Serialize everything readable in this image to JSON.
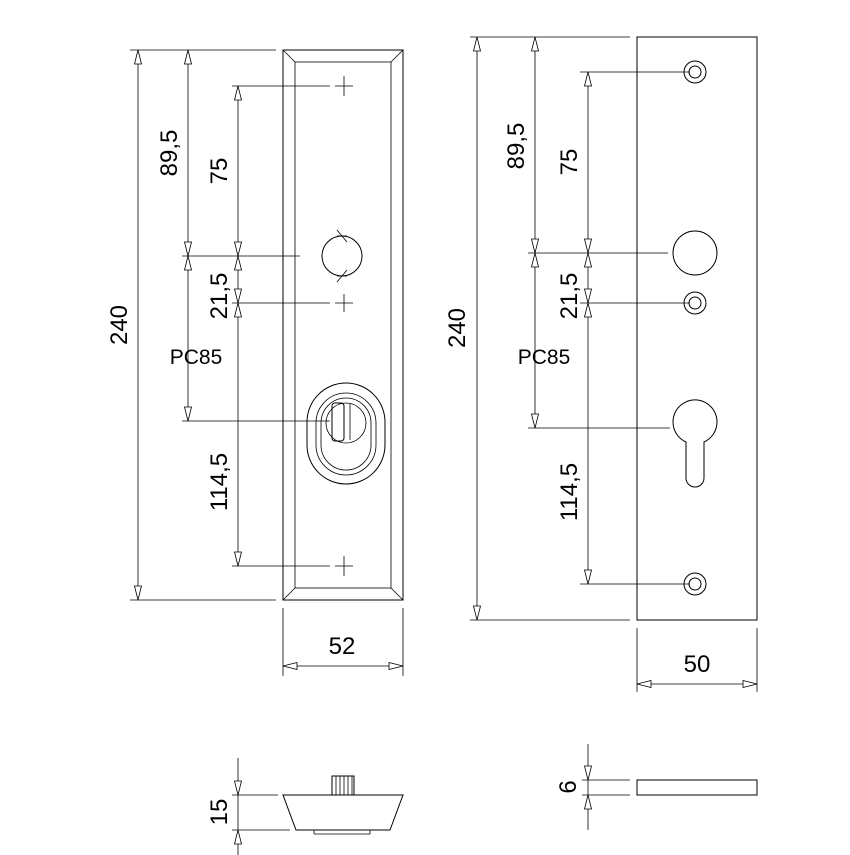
{
  "left_view": {
    "overall_height": "240",
    "spindle_to_top": "89,5",
    "screw_upper": "75",
    "spindle_to_screw": "21,5",
    "pc_label": "PC85",
    "screw_lower": "114,5",
    "width": "52",
    "thickness": "15"
  },
  "right_view": {
    "overall_height": "240",
    "spindle_to_top": "89,5",
    "screw_upper": "75",
    "spindle_to_screw": "21,5",
    "pc_label": "PC85",
    "screw_lower": "114,5",
    "width": "50",
    "thickness": "6"
  }
}
